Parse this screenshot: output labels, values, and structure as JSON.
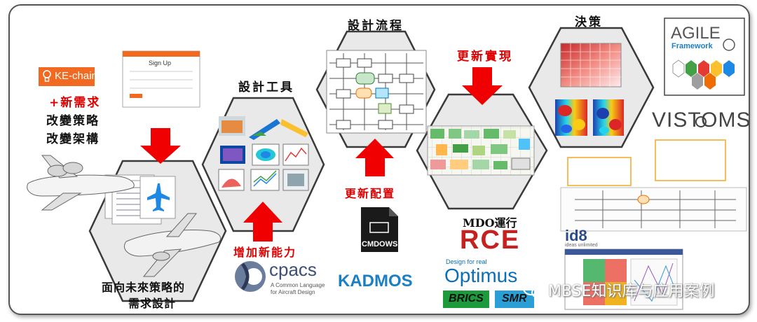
{
  "colors": {
    "arrow_red": "#f00000",
    "hex_fill": "#e9e9e9",
    "hex_stroke": "#3a3a3a",
    "kechain_orange": "#f26a21",
    "kadmos_blue": "#1a7fc4",
    "rce_red": "#c8201e",
    "optimus_blue": "#0a6fb5",
    "brics_green": "#1d9a3b",
    "smr_blue": "#2a9fd6"
  },
  "labels": {
    "hex1_line1": "面向未來策略的",
    "hex1_line2": "需求設計",
    "hex2_title": "設計工具",
    "hex3_title": "設計流程",
    "hex4_title": "更新實現",
    "hex4_bottom": "MDO運行",
    "hex5_title": "決策",
    "new_req": "+新需求",
    "change_strategy": "改變策略",
    "change_arch": "改變架構",
    "add_capability": "增加新能力",
    "update_config": "更新配置"
  },
  "logos": {
    "kechain": "KE-chain",
    "signup_title": "Sign Up",
    "cpacs": "cpacs",
    "cpacs_sub1": "A Common Language",
    "cpacs_sub2": "for Aircraft Design",
    "cmdows": "CMDOWS",
    "kadmos": "KADMOS",
    "rce": "RCE",
    "optimus_tag": "Design for real",
    "optimus": "Optimus",
    "brics": "BRICS",
    "smr": "SMR",
    "agile": "AGILE",
    "agile_sub": "Framework",
    "vistoms": "VISTOMS",
    "id8": "id8",
    "id8_sub": "ideas unlimited"
  },
  "watermark": "MBSE知识库与应用案例",
  "icons": [
    "arrow-down-icon",
    "arrow-up-icon",
    "lightbulb-icon",
    "airplane-icon",
    "document-icon",
    "wechat-icon"
  ]
}
